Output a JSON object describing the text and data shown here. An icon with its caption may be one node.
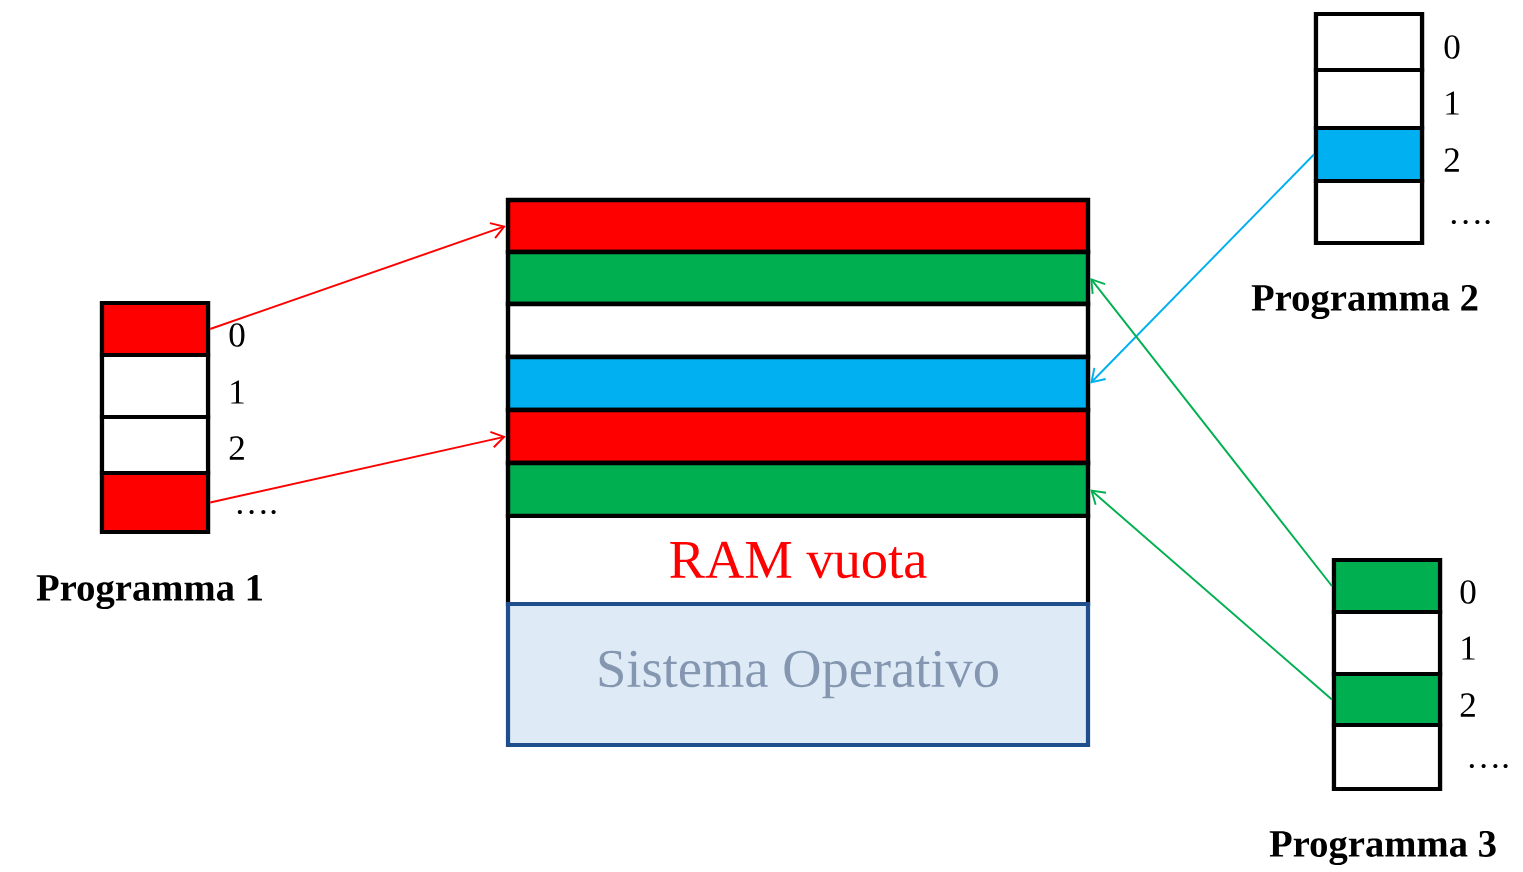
{
  "diagram": {
    "nodes": [
      {
        "text": [
          "Programma 1"
        ]
      },
      {
        "text": [],
        "shape": "box",
        "in": 0,
        "beside": [
          "0"
        ]
      },
      {
        "text": [],
        "shape": "box",
        "in": 0,
        "beside": [
          "1"
        ]
      },
      {
        "text": [],
        "shape": "box",
        "in": 0,
        "beside": [
          "2"
        ]
      },
      {
        "text": [],
        "shape": "box",
        "in": 0,
        "beside": [
          "…."
        ]
      },
      {
        "text": [
          "Programma 2"
        ]
      },
      {
        "text": [],
        "shape": "box",
        "in": 5,
        "beside": [
          "0"
        ]
      },
      {
        "text": [],
        "shape": "box",
        "in": 5,
        "beside": [
          "1"
        ]
      },
      {
        "text": [],
        "shape": "box",
        "in": 5,
        "beside": [
          "2"
        ]
      },
      {
        "text": [],
        "shape": "box",
        "in": 5,
        "beside": [
          "…."
        ]
      },
      {
        "text": [
          "Programma 3"
        ]
      },
      {
        "text": [],
        "shape": "box",
        "in": 10,
        "beside": [
          "0"
        ]
      },
      {
        "text": [],
        "shape": "box",
        "in": 10,
        "beside": [
          "1"
        ]
      },
      {
        "text": [],
        "shape": "box",
        "in": 10,
        "beside": [
          "2"
        ]
      },
      {
        "text": [],
        "shape": "box",
        "in": 10,
        "beside": [
          "…."
        ]
      },
      {
        "text": [],
        "shape": "bar"
      },
      {
        "text": [],
        "shape": "bar"
      },
      {
        "text": [],
        "shape": "bar"
      },
      {
        "text": [],
        "shape": "bar"
      },
      {
        "text": [],
        "shape": "bar"
      },
      {
        "text": [],
        "shape": "bar"
      },
      {
        "text": [
          "RAM vuota"
        ]
      },
      {
        "text": [
          "Sistema Operativo"
        ]
      }
    ],
    "edges": [
      {
        "from": 1,
        "to": 15,
        "arrow": "to",
        "color": "#ff0000"
      },
      {
        "from": 4,
        "to": 19,
        "arrow": "to",
        "color": "#ff0000"
      },
      {
        "from": 8,
        "to": 18,
        "arrow": "to",
        "color": "#00b0f0"
      },
      {
        "from": 11,
        "to": 16,
        "arrow": "to",
        "color": "#00b050"
      },
      {
        "from": 13,
        "to": 20,
        "arrow": "to",
        "color": "#00b050"
      }
    ]
  }
}
